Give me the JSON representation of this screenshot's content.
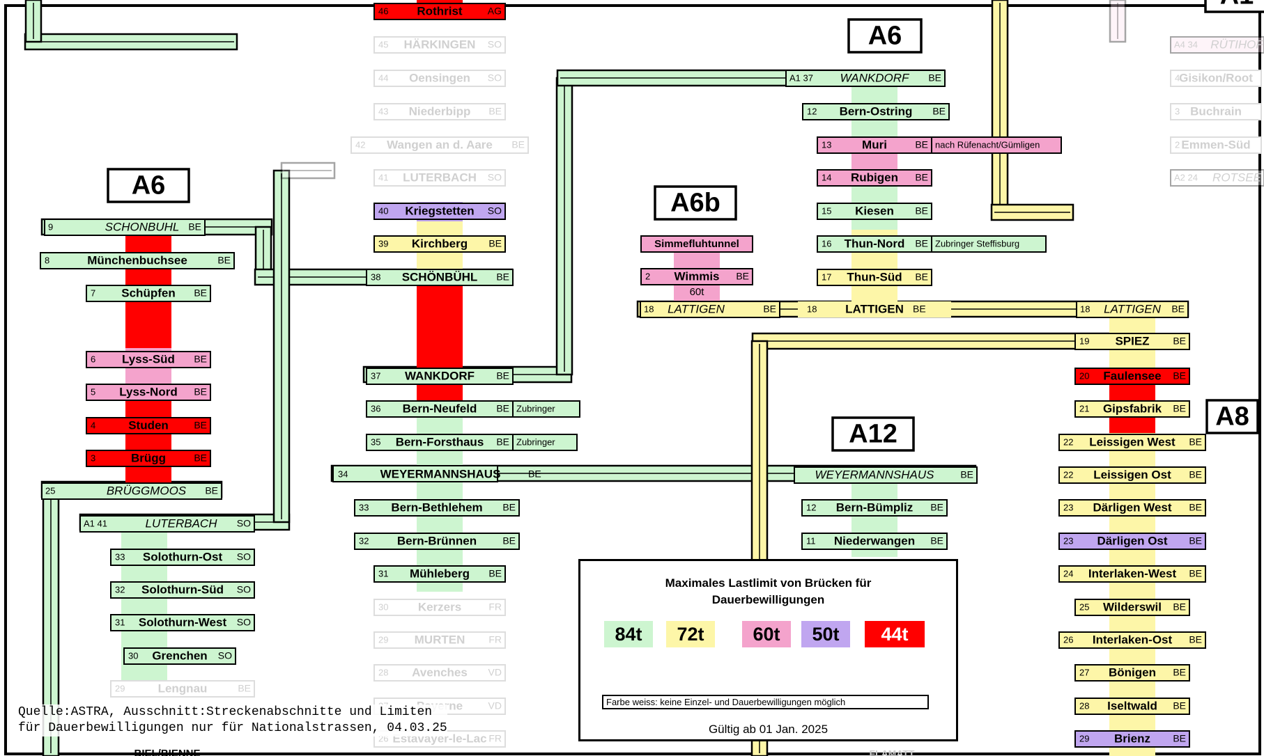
{
  "colors": {
    "84t": "#cdf5d0",
    "72t": "#fdf6a8",
    "60t": "#f4a3cc",
    "50t": "#c0a6f0",
    "44t": "#ff0000",
    "white": "#ffffff"
  },
  "route_labels": [
    {
      "text": "A6",
      "id": "a6-west"
    },
    {
      "text": "A6",
      "id": "a6-north"
    },
    {
      "text": "A6b",
      "id": "a6b"
    },
    {
      "text": "A12",
      "id": "a12"
    },
    {
      "text": "A8",
      "id": "a8"
    },
    {
      "text": "A1",
      "id": "a1-partial"
    }
  ],
  "junctions": [
    {
      "id": "schonbuhl-a6",
      "num": "9",
      "name": "SCHONBUHL",
      "canton": "BE"
    },
    {
      "id": "bruggmoos",
      "num": "25",
      "name": "BRÜGGMOOS",
      "canton": "BE"
    },
    {
      "id": "luterbach-a1",
      "num": "A1 41",
      "name": "LUTERBACH",
      "canton": "SO"
    },
    {
      "id": "wankdorf-a6",
      "num": "A1 37",
      "name": "WANKDORF",
      "canton": "BE"
    },
    {
      "id": "lattigen-a6b",
      "num": "18",
      "name": "LATTIGEN",
      "canton": "BE"
    },
    {
      "id": "lattigen-a8",
      "num": "18",
      "name": "LATTIGEN",
      "canton": "BE"
    },
    {
      "id": "weyermannshaus-a12",
      "name": "WEYERMANNSHAUS",
      "canton": "BE"
    },
    {
      "id": "rutihof",
      "num": "A4 34",
      "name": "RÜTIHOF"
    },
    {
      "id": "rotsee",
      "num": "A2 24",
      "name": "ROTSEE"
    }
  ],
  "routes": {
    "a6_west": [
      {
        "num": "8",
        "name": "Münchenbuchsee",
        "canton": "BE",
        "color": "84t"
      },
      {
        "num": "7",
        "name": "Schüpfen",
        "canton": "BE",
        "color": "84t"
      },
      {
        "num": "6",
        "name": "Lyss-Süd",
        "canton": "BE",
        "color": "60t"
      },
      {
        "num": "5",
        "name": "Lyss-Nord",
        "canton": "BE",
        "color": "60t"
      },
      {
        "num": "4",
        "name": "Studen",
        "canton": "BE",
        "color": "44t"
      },
      {
        "num": "3",
        "name": "Brügg",
        "canton": "BE",
        "color": "44t"
      }
    ],
    "a5": [
      {
        "num": "33",
        "name": "Solothurn-Ost",
        "canton": "SO",
        "color": "84t"
      },
      {
        "num": "32",
        "name": "Solothurn-Süd",
        "canton": "SO",
        "color": "84t"
      },
      {
        "num": "31",
        "name": "Solothurn-West",
        "canton": "SO",
        "color": "84t"
      },
      {
        "num": "30",
        "name": "Grenchen",
        "canton": "SO",
        "color": "84t"
      },
      {
        "num": "29",
        "name": "Lengnau",
        "canton": "BE",
        "color": "white"
      }
    ],
    "a1": [
      {
        "num": "46",
        "name": "Rothrist",
        "canton": "AG",
        "color": "44t"
      },
      {
        "num": "45",
        "name": "HÄRKINGEN",
        "canton": "SO",
        "color": "white"
      },
      {
        "num": "44",
        "name": "Oensingen",
        "canton": "SO",
        "color": "white"
      },
      {
        "num": "43",
        "name": "Niederbipp",
        "canton": "BE",
        "color": "white"
      },
      {
        "num": "42",
        "name": "Wangen an d. Aare",
        "canton": "BE",
        "color": "white"
      },
      {
        "num": "41",
        "name": "LUTERBACH",
        "canton": "SO",
        "color": "white"
      },
      {
        "num": "40",
        "name": "Kriegstetten",
        "canton": "SO",
        "color": "50t"
      },
      {
        "num": "39",
        "name": "Kirchberg",
        "canton": "BE",
        "color": "72t"
      },
      {
        "num": "38",
        "name": "SCHÖNBÜHL",
        "canton": "BE",
        "color": "84t"
      },
      {
        "num": "37",
        "name": "WANKDORF",
        "canton": "BE",
        "color": "84t"
      },
      {
        "num": "36",
        "name": "Bern-Neufeld",
        "canton": "BE",
        "note": "Zubringer",
        "color": "84t"
      },
      {
        "num": "35",
        "name": "Bern-Forsthaus",
        "canton": "BE",
        "note": "Zubringer",
        "color": "84t"
      },
      {
        "num": "34",
        "name": "WEYERMANNSHAUS",
        "canton": "BE",
        "color": "84t"
      },
      {
        "num": "33",
        "name": "Bern-Bethlehem",
        "canton": "BE",
        "color": "84t"
      },
      {
        "num": "32",
        "name": "Bern-Brünnen",
        "canton": "BE",
        "color": "84t"
      },
      {
        "num": "31",
        "name": "Mühleberg",
        "canton": "BE",
        "color": "84t"
      },
      {
        "num": "30",
        "name": "Kerzers",
        "canton": "FR",
        "color": "white"
      },
      {
        "num": "29",
        "name": "MURTEN",
        "canton": "FR",
        "color": "white"
      },
      {
        "num": "28",
        "name": "Avenches",
        "canton": "VD",
        "color": "white"
      },
      {
        "num": "27",
        "name": "Payerne",
        "canton": "VD",
        "color": "white"
      },
      {
        "num": "26",
        "name": "Estavayer-le-Lac",
        "canton": "FR",
        "color": "white"
      }
    ],
    "a6_north": [
      {
        "num": "12",
        "name": "Bern-Ostring",
        "canton": "BE",
        "color": "84t"
      },
      {
        "num": "13",
        "name": "Muri",
        "canton": "BE",
        "note": "nach Rüfenacht/Gümligen",
        "color": "60t"
      },
      {
        "num": "14",
        "name": "Rubigen",
        "canton": "BE",
        "color": "60t"
      },
      {
        "num": "15",
        "name": "Kiesen",
        "canton": "BE",
        "color": "84t"
      },
      {
        "num": "16",
        "name": "Thun-Nord",
        "canton": "BE",
        "note": "Zubringer Steffisburg",
        "color": "84t"
      },
      {
        "num": "17",
        "name": "Thun-Süd",
        "canton": "BE",
        "color": "72t"
      },
      {
        "num": "18",
        "name": "LATTIGEN",
        "canton": "BE",
        "color": "72t"
      }
    ],
    "a6b": [
      {
        "name": "Simmefluhtunnel",
        "color": "60t"
      },
      {
        "num": "2",
        "name": "Wimmis",
        "canton": "BE",
        "color": "60t",
        "limit": "60t"
      }
    ],
    "a12": [
      {
        "num": "12",
        "name": "Bern-Bümpliz",
        "canton": "BE",
        "color": "84t"
      },
      {
        "num": "11",
        "name": "Niederwangen",
        "canton": "BE",
        "color": "84t"
      },
      {
        "name": "FLAMATT",
        "color": "white"
      }
    ],
    "a8": [
      {
        "num": "19",
        "name": "SPIEZ",
        "canton": "BE",
        "color": "72t"
      },
      {
        "num": "20",
        "name": "Faulensee",
        "canton": "BE",
        "color": "44t"
      },
      {
        "num": "21",
        "name": "Gipsfabrik",
        "canton": "BE",
        "color": "72t"
      },
      {
        "num": "22",
        "name": "Leissigen West",
        "canton": "BE",
        "color": "72t"
      },
      {
        "num": "22",
        "name": "Leissigen Ost",
        "canton": "BE",
        "color": "72t"
      },
      {
        "num": "23",
        "name": "Därligen West",
        "canton": "BE",
        "color": "72t"
      },
      {
        "num": "23",
        "name": "Därligen Ost",
        "canton": "BE",
        "color": "50t"
      },
      {
        "num": "24",
        "name": "Interlaken-West",
        "canton": "BE",
        "color": "72t"
      },
      {
        "num": "25",
        "name": "Wilderswil",
        "canton": "BE",
        "color": "72t"
      },
      {
        "num": "26",
        "name": "Interlaken-Ost",
        "canton": "BE",
        "color": "72t"
      },
      {
        "num": "27",
        "name": "Bönigen",
        "canton": "BE",
        "color": "72t"
      },
      {
        "num": "28",
        "name": "Iseltwald",
        "canton": "BE",
        "color": "72t"
      },
      {
        "num": "29",
        "name": "Brienz",
        "canton": "BE",
        "color": "50t"
      }
    ],
    "a2_partial": [
      {
        "num": "4",
        "name": "Gisikon/Root",
        "color": "white"
      },
      {
        "num": "3",
        "name": "Buchrain",
        "color": "white"
      },
      {
        "num": "2",
        "name": "Emmen-Süd",
        "color": "white"
      }
    ],
    "a5_bottom": [
      {
        "name": "BIEL/BIENNE"
      }
    ]
  },
  "legend": {
    "title_line1": "Maximales Lastlimit von Brücken für",
    "title_line2": "Dauerbewilligungen",
    "items": [
      {
        "label": "84t",
        "color": "84t"
      },
      {
        "label": "72t",
        "color": "72t"
      },
      {
        "label": "60t",
        "color": "60t"
      },
      {
        "label": "50t",
        "color": "50t"
      },
      {
        "label": "44t",
        "color": "44t"
      }
    ],
    "note": "Farbe weiss: keine Einzel- und Dauerbewilligungen möglich",
    "valid": "Gültig ab 01 Jan. 2025"
  },
  "source": {
    "line1": "Quelle:ASTRA, Ausschnitt:Streckenabschnitte und Limiten",
    "line2": "für Dauerbewilligungen nur für Nationalstrassen, 04.03.25"
  }
}
